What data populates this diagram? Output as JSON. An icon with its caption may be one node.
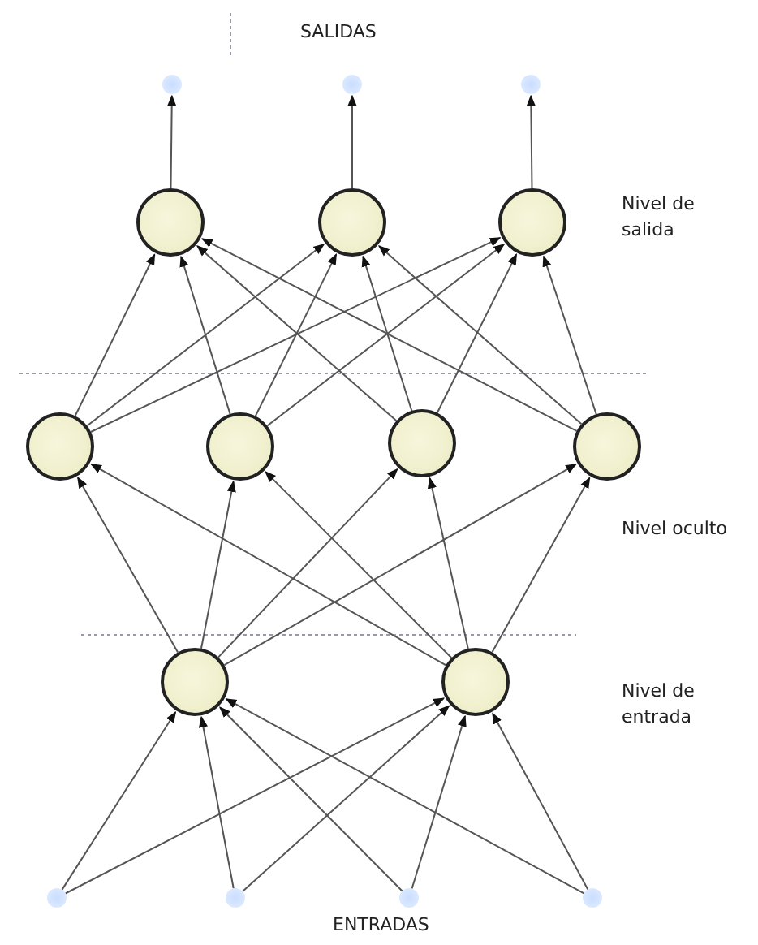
{
  "diagram": {
    "nodes": [
      {
        "text": [],
        "shape": "circle"
      },
      {
        "text": [],
        "shape": "circle"
      },
      {
        "text": [],
        "shape": "circle"
      },
      {
        "text": [],
        "shape": "circle"
      },
      {
        "text": [],
        "shape": "circle"
      },
      {
        "text": [],
        "shape": "circle"
      },
      {
        "text": [],
        "shape": "circle"
      },
      {
        "text": [],
        "shape": "circle"
      },
      {
        "text": [],
        "shape": "circle"
      },
      {
        "text": [],
        "shape": "circle"
      },
      {
        "text": [],
        "shape": "circle"
      },
      {
        "text": [],
        "shape": "circle"
      },
      {
        "text": [],
        "shape": "circle"
      },
      {
        "text": [],
        "shape": "circle"
      },
      {
        "text": [],
        "shape": "circle"
      },
      {
        "text": [],
        "shape": "circle"
      }
    ],
    "edges": [
      {
        "from": 3,
        "to": 0,
        "arrow": "to"
      },
      {
        "from": 4,
        "to": 1,
        "arrow": "to"
      },
      {
        "from": 5,
        "to": 2,
        "arrow": "to"
      },
      {
        "from": 6,
        "to": 3,
        "arrow": "to"
      },
      {
        "from": 6,
        "to": 4,
        "arrow": "to"
      },
      {
        "from": 6,
        "to": 5,
        "arrow": "to"
      },
      {
        "from": 7,
        "to": 3,
        "arrow": "to"
      },
      {
        "from": 7,
        "to": 4,
        "arrow": "to"
      },
      {
        "from": 7,
        "to": 5,
        "arrow": "to"
      },
      {
        "from": 8,
        "to": 3,
        "arrow": "to"
      },
      {
        "from": 8,
        "to": 4,
        "arrow": "to"
      },
      {
        "from": 8,
        "to": 5,
        "arrow": "to"
      },
      {
        "from": 9,
        "to": 3,
        "arrow": "to"
      },
      {
        "from": 9,
        "to": 4,
        "arrow": "to"
      },
      {
        "from": 9,
        "to": 5,
        "arrow": "to"
      },
      {
        "from": 10,
        "to": 6,
        "arrow": "to"
      },
      {
        "from": 10,
        "to": 7,
        "arrow": "to"
      },
      {
        "from": 10,
        "to": 8,
        "arrow": "to"
      },
      {
        "from": 10,
        "to": 9,
        "arrow": "to"
      },
      {
        "from": 11,
        "to": 6,
        "arrow": "to"
      },
      {
        "from": 11,
        "to": 7,
        "arrow": "to"
      },
      {
        "from": 11,
        "to": 8,
        "arrow": "to"
      },
      {
        "from": 11,
        "to": 9,
        "arrow": "to"
      },
      {
        "from": 12,
        "to": 10,
        "arrow": "to"
      },
      {
        "from": 12,
        "to": 11,
        "arrow": "to"
      },
      {
        "from": 13,
        "to": 10,
        "arrow": "to"
      },
      {
        "from": 13,
        "to": 11,
        "arrow": "to"
      },
      {
        "from": 14,
        "to": 10,
        "arrow": "to"
      },
      {
        "from": 14,
        "to": 11,
        "arrow": "to"
      },
      {
        "from": 15,
        "to": 10,
        "arrow": "to"
      },
      {
        "from": 15,
        "to": 11,
        "arrow": "to"
      }
    ],
    "labels": [
      "SALIDAS",
      "Nivel de salida",
      "Nivel oculto",
      "Nivel de entrada",
      "ENTRADAS"
    ]
  }
}
